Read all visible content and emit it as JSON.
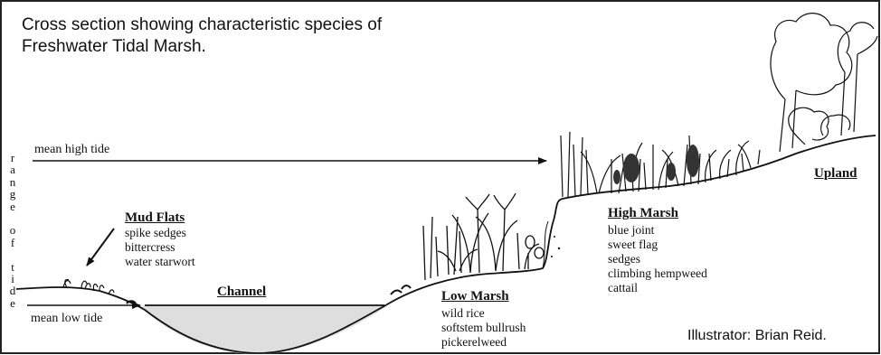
{
  "caption": {
    "line1": "Cross section showing characteristic species of",
    "line2": "Freshwater Tidal Marsh."
  },
  "tide": {
    "high_label": "mean high tide",
    "low_label": "mean low tide",
    "range_letters": [
      "r",
      "a",
      "n",
      "g",
      "e",
      "",
      "o",
      "f",
      "",
      "t",
      "i",
      "d",
      "e"
    ]
  },
  "zones": {
    "mud_flats": {
      "title": "Mud Flats",
      "species": [
        "spike sedges",
        "bittercress",
        "water starwort"
      ]
    },
    "channel": {
      "title": "Channel"
    },
    "low_marsh": {
      "title": "Low Marsh",
      "species": [
        "wild rice",
        "softstem bullrush",
        "pickerelweed"
      ]
    },
    "high_marsh": {
      "title": "High Marsh",
      "species": [
        "blue joint",
        "sweet flag",
        "sedges",
        "climbing hempweed",
        "cattail"
      ]
    },
    "upland": {
      "title": "Upland"
    }
  },
  "credit": "Illustrator: Brian Reid.",
  "colors": {
    "water": "#dedede",
    "line": "#111111",
    "frame": "#222222"
  }
}
